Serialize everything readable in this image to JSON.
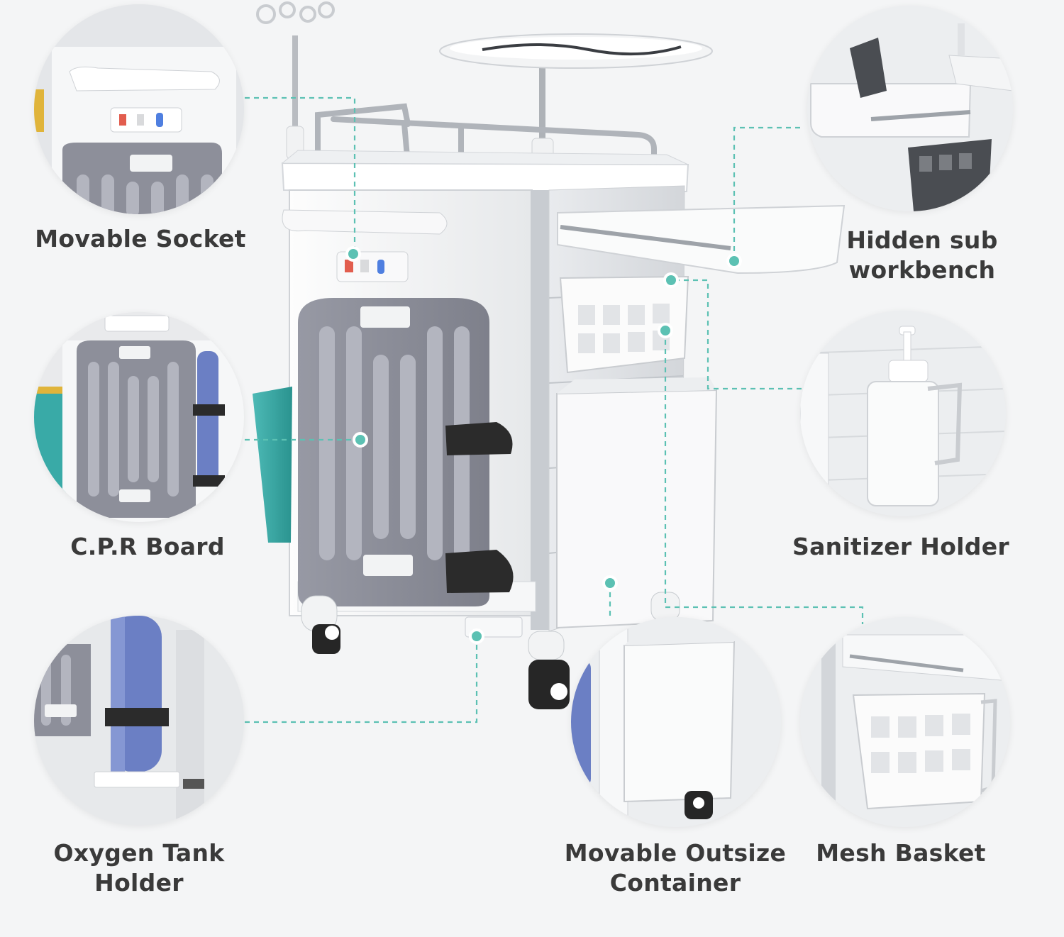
{
  "colors": {
    "background": "#f4f5f6",
    "accent": "#5cc1b3",
    "label_text": "#3a3a3a",
    "cart_body": "#ffffff",
    "cpr_board": "#8d8f9a",
    "teal_bin": "#35a7a3",
    "oxygen_tank": "#6b7fc4",
    "strap": "#2b2b2b"
  },
  "features": [
    {
      "id": "movable-socket",
      "lines": [
        "Movable Socket"
      ],
      "icon": "power-strip"
    },
    {
      "id": "hidden-sub-workbench",
      "lines": [
        "Hidden sub",
        "workbench"
      ],
      "icon": "pull-out-tray"
    },
    {
      "id": "cpr-board",
      "lines": [
        "C.P.R Board"
      ],
      "icon": "cpr-board"
    },
    {
      "id": "sanitizer-holder",
      "lines": [
        "Sanitizer Holder"
      ],
      "icon": "sanitizer-bottle"
    },
    {
      "id": "oxygen-tank-holder",
      "lines": [
        "Oxygen Tank",
        "Holder"
      ],
      "icon": "oxygen-tank"
    },
    {
      "id": "movable-outsize-container",
      "lines": [
        "Movable Outsize",
        "Container"
      ],
      "icon": "container-bin"
    },
    {
      "id": "mesh-basket",
      "lines": [
        "Mesh Basket"
      ],
      "icon": "mesh-basket"
    }
  ]
}
